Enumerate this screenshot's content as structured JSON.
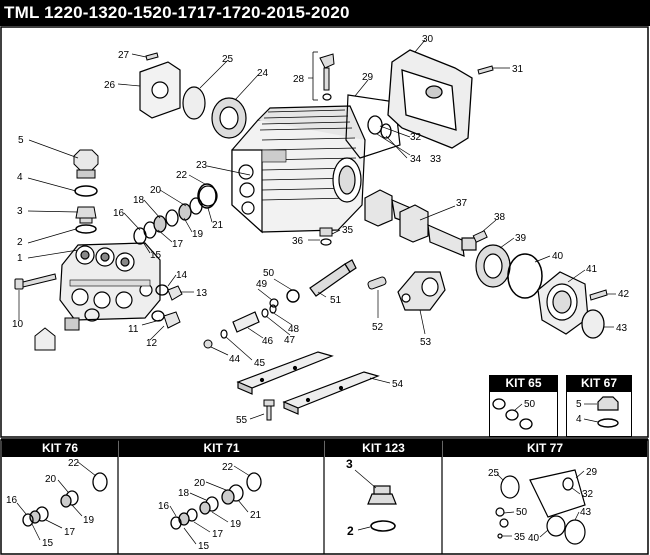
{
  "title": "TML 1220-1320-1520-1717-1720-2015-2020",
  "parts": [
    "1",
    "2",
    "3",
    "4",
    "5",
    "10",
    "11",
    "12",
    "13",
    "14",
    "15",
    "16",
    "17",
    "18",
    "19",
    "20",
    "21",
    "22",
    "23",
    "24",
    "25",
    "26",
    "27",
    "28",
    "29",
    "30",
    "31",
    "32",
    "33",
    "34",
    "35",
    "36",
    "37",
    "38",
    "39",
    "40",
    "41",
    "42",
    "43",
    "44",
    "45",
    "46",
    "47",
    "48",
    "49",
    "50",
    "51",
    "52",
    "53",
    "54",
    "55"
  ],
  "kits": {
    "kit65": {
      "label": "KIT 65",
      "parts": [
        "50"
      ]
    },
    "kit67": {
      "label": "KIT 67",
      "parts": [
        "5",
        "4"
      ]
    },
    "kit76": {
      "label": "KIT 76",
      "parts": [
        "22",
        "20",
        "19",
        "17",
        "16",
        "15"
      ]
    },
    "kit71": {
      "label": "KIT 71",
      "parts": [
        "22",
        "20",
        "18",
        "21",
        "19",
        "17",
        "16",
        "15"
      ]
    },
    "kit123": {
      "label": "KIT 123",
      "parts": [
        "3",
        "2"
      ]
    },
    "kit77": {
      "label": "KIT 77",
      "parts": [
        "25",
        "29",
        "32",
        "50",
        "43",
        "40",
        "35"
      ]
    }
  }
}
